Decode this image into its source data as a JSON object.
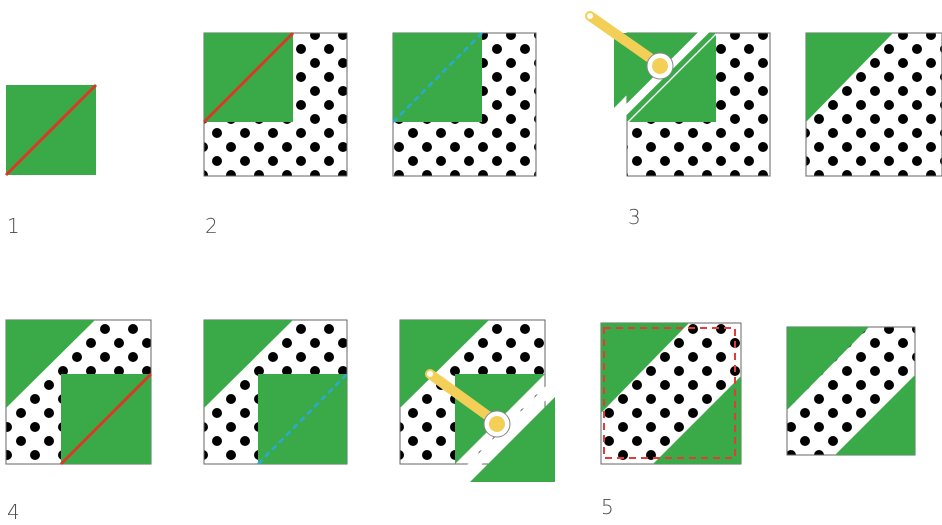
{
  "diagram": {
    "colors": {
      "green": "#3aaa48",
      "dot": "#000000",
      "background_white": "#ffffff",
      "outline": "#666666",
      "stitch_line": "#d93a26",
      "cut_line": "#2aa9d6",
      "trim_line": "#e53a3a",
      "cutter_handle": "#f4cf57",
      "cutter_blade": "#ffffff"
    },
    "icons": [
      "rotary-cutter-icon"
    ],
    "steps": [
      {
        "label": "1"
      },
      {
        "label": "2"
      },
      {
        "label": "3"
      },
      {
        "label": "4"
      },
      {
        "label": "5"
      }
    ]
  }
}
